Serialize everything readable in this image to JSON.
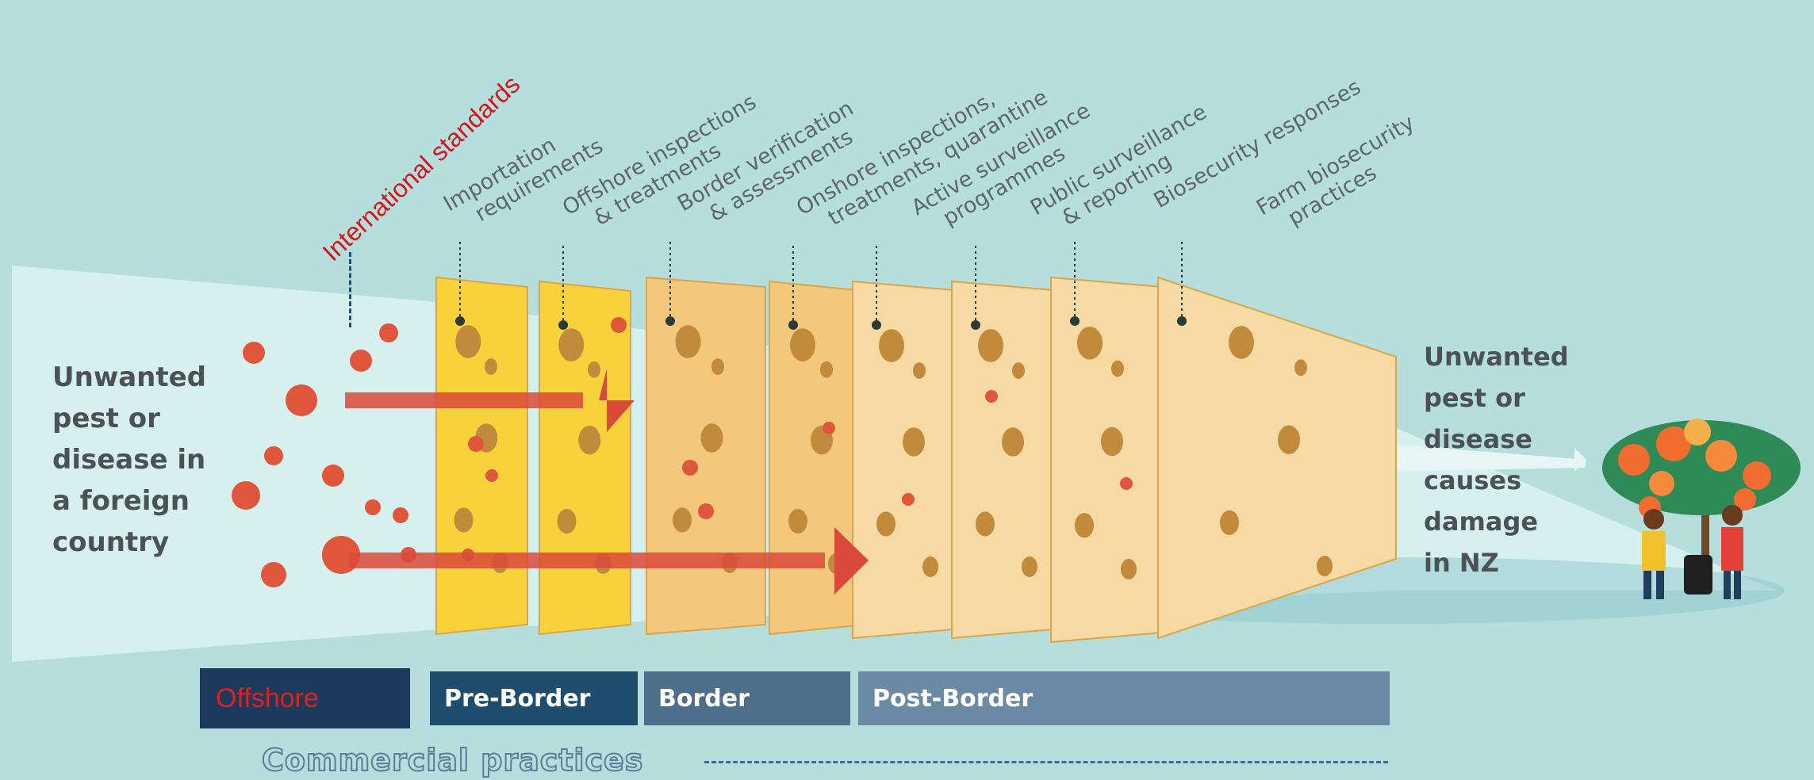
{
  "left_label": [
    "Unwanted",
    "pest or",
    "disease in",
    "a foreign",
    "country"
  ],
  "right_label": [
    "Unwanted",
    "pest or",
    "disease",
    "causes",
    "damage",
    "in NZ"
  ],
  "international_standards": "International standards",
  "layers": [
    {
      "line1": "Importation",
      "line2": "requirements"
    },
    {
      "line1": "Offshore inspections",
      "line2": "& treatments"
    },
    {
      "line1": "Border verification",
      "line2": "& assessments"
    },
    {
      "line1": "Onshore inspections,",
      "line2": "treatments, quarantine"
    },
    {
      "line1": "Active surveillance",
      "line2": "programmes"
    },
    {
      "line1": "Public surveillance",
      "line2": "& reporting"
    },
    {
      "line1": "Biosecurity responses",
      "line2": ""
    },
    {
      "line1": "Farm biosecurity",
      "line2": "practices"
    }
  ],
  "stages": {
    "offshore": "Offshore",
    "pre_border": "Pre-Border",
    "border": "Border",
    "post_border": "Post-Border"
  },
  "commercial_practices": "Commercial practices",
  "colors": {
    "background": "#b5dedd",
    "cheese_bright": "#f7d23a",
    "cheese_mid": "#f3c87c",
    "cheese_pale": "#f7d9a3",
    "pest": "#e0563c",
    "offshore_bar": "#1b3a5c",
    "pre_border_bar": "#1f4d6e",
    "border_bar": "#4d6f8c",
    "post_border_bar": "#6b8aa6",
    "highlight_red": "#d3161d"
  }
}
